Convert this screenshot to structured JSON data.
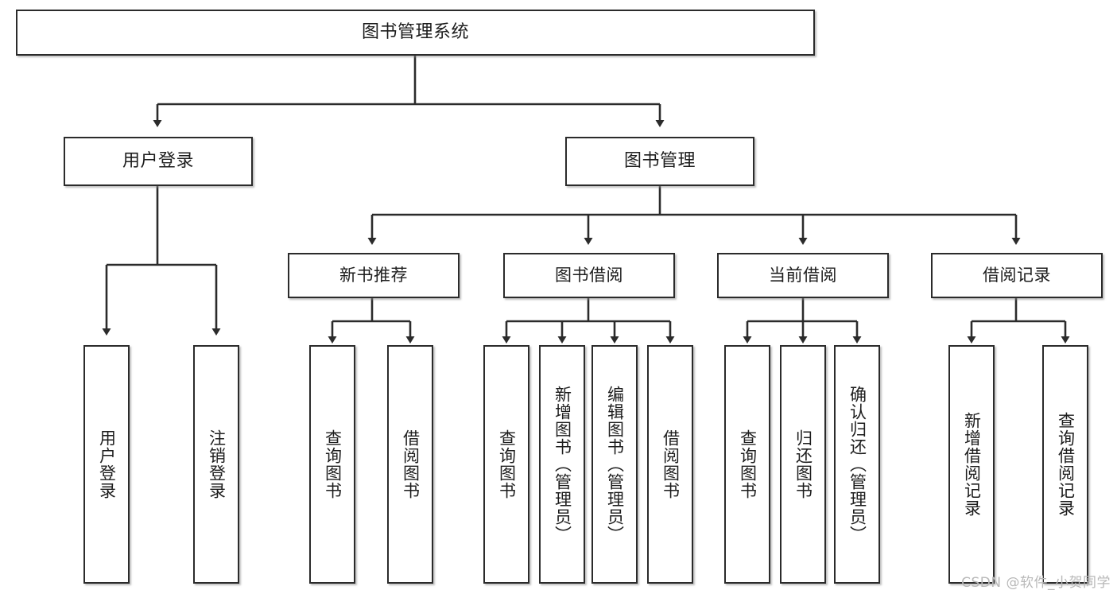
{
  "diagram": {
    "type": "tree-hierarchy",
    "title": "图书管理系统",
    "watermark": "CSDN @软件_小贺同学",
    "colors": {
      "box_border": "#2b2b2b",
      "box_fill": "#ffffff",
      "line": "#2b2b2b",
      "text": "#1d1d1d",
      "watermark": "#b8b8b8",
      "background": "#ffffff"
    },
    "nodes": {
      "root": {
        "label": "图书管理系统"
      },
      "level2": [
        {
          "id": "user-login",
          "label": "用户登录"
        },
        {
          "id": "book-manage",
          "label": "图书管理"
        }
      ],
      "level3": [
        {
          "id": "new-book-recommend",
          "label": "新书推荐"
        },
        {
          "id": "book-borrow",
          "label": "图书借阅"
        },
        {
          "id": "current-borrow",
          "label": "当前借阅"
        },
        {
          "id": "borrow-record",
          "label": "借阅记录"
        }
      ],
      "leaves": {
        "user-login": [
          {
            "id": "leaf-user-login",
            "label": "用户登录"
          },
          {
            "id": "leaf-logout",
            "label": "注销登录"
          }
        ],
        "new-book-recommend": [
          {
            "id": "leaf-query-book-1",
            "label": "查询图书"
          },
          {
            "id": "leaf-borrow-book-1",
            "label": "借阅图书"
          }
        ],
        "book-borrow": [
          {
            "id": "leaf-query-book-2",
            "label": "查询图书"
          },
          {
            "id": "leaf-add-book",
            "label": "新增图书（管理员）"
          },
          {
            "id": "leaf-edit-book",
            "label": "编辑图书（管理员）"
          },
          {
            "id": "leaf-borrow-book-2",
            "label": "借阅图书"
          }
        ],
        "current-borrow": [
          {
            "id": "leaf-query-book-3",
            "label": "查询图书"
          },
          {
            "id": "leaf-return-book",
            "label": "归还图书"
          },
          {
            "id": "leaf-confirm-return",
            "label": "确认归还（管理员）"
          }
        ],
        "borrow-record": [
          {
            "id": "leaf-add-record",
            "label": "新增借阅记录"
          },
          {
            "id": "leaf-query-record",
            "label": "查询借阅记录"
          }
        ]
      }
    }
  }
}
